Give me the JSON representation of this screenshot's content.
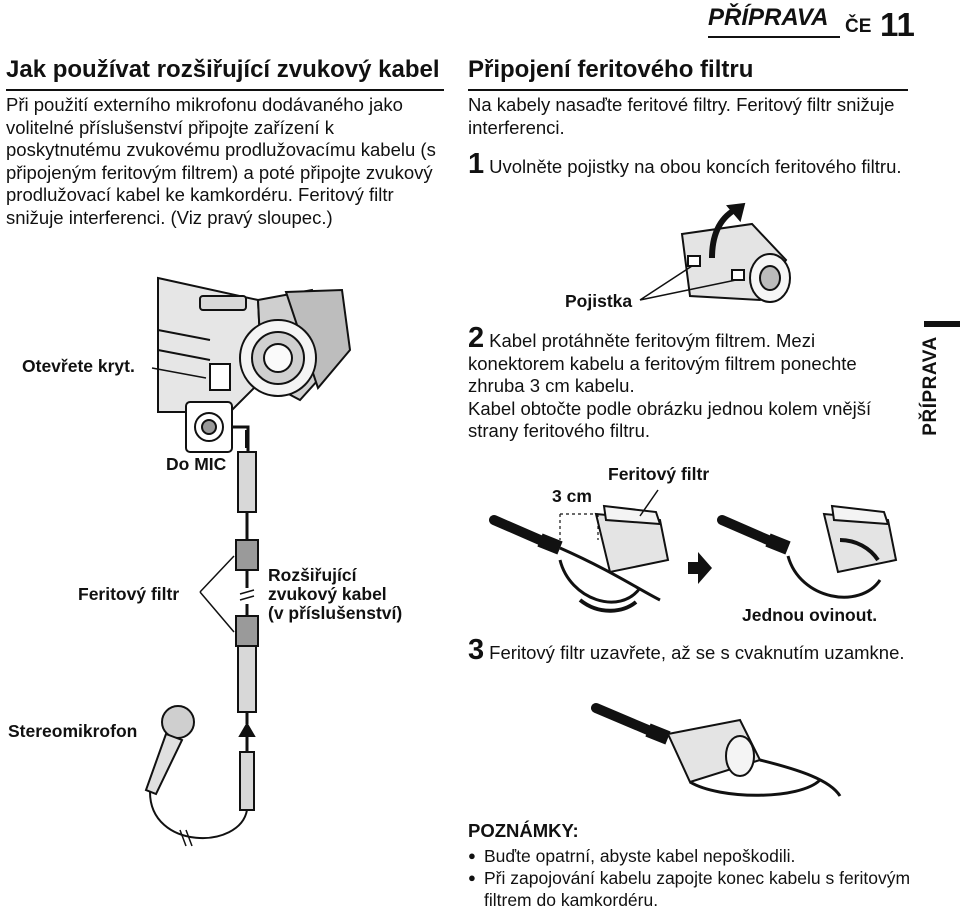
{
  "header": {
    "section": "PŘÍPRAVA",
    "lang": "ČE",
    "page": "11"
  },
  "side_tab": "PŘÍPRAVA",
  "left": {
    "title": "Jak používat rozšiřující zvukový kabel",
    "body": "Při použití externího mikrofonu dodávaného jako volitelné příslušenství připojte zařízení k poskytnutému zvukovému prodlužovacímu kabelu (s připojeným feritovým filtrem) a poté připojte zvukový prodlužovací kabel ke kamkordéru. Feritový filtr snižuje interferenci. (Viz pravý sloupec.)",
    "labels": {
      "open_cover": "Otevřete kryt.",
      "to_mic": "Do MIC",
      "ferrite": "Feritový filtr",
      "ext_cable_1": "Rozšiřující",
      "ext_cable_2": "zvukový kabel",
      "ext_cable_3": "(v příslušenství)",
      "stereo_mic": "Stereomikrofon"
    }
  },
  "right": {
    "title": "Připojení feritového filtru",
    "intro": "Na kabely nasaďte feritové filtry. Feritový filtr snižuje interferenci.",
    "steps": [
      {
        "num": "1",
        "text": "Uvolněte pojistky na obou koncích feritového filtru."
      },
      {
        "num": "2",
        "text": "Kabel protáhněte feritovým filtrem. Mezi konektorem kabelu a feritovým filtrem ponechte zhruba 3 cm kabelu.",
        "text2": "Kabel obtočte podle obrázku jednou kolem vnější strany feritového filtru."
      },
      {
        "num": "3",
        "text": "Feritový filtr uzavřete, až se s cvaknutím uzamkne."
      }
    ],
    "labels": {
      "lock": "Pojistka",
      "distance": "3 cm",
      "ferrite": "Feritový filtr",
      "wind_once": "Jednou ovinout."
    },
    "notes_title": "POZNÁMKY:",
    "notes": [
      "Buďte opatrní, abyste kabel nepoškodili.",
      "Při zapojování kabelu zapojte konec kabelu s feritovým filtrem do kamkordéru."
    ]
  }
}
